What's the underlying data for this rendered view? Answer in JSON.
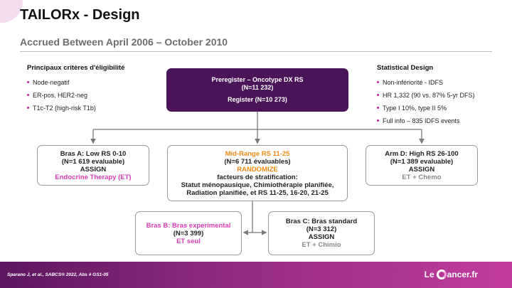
{
  "header": {
    "title": "TAILORx - Design",
    "subtitle": "Accrued Between April 2006 – October 2010"
  },
  "eligibility": {
    "heading": "Principaux critères d'éligibilité",
    "items": [
      "Node-negatif",
      "ER-pos, HER2-neg",
      "T1c-T2 (high-risk T1b)"
    ]
  },
  "statistical": {
    "heading": "Statistical Design",
    "items": [
      "Non-infériorité - IDFS",
      "HR 1,332 (90 vs. 87% 5-yr DFS)",
      "Type I 10%, type II 5%",
      "Full info – 835 IDFS events"
    ]
  },
  "flow": {
    "main": {
      "line1": "Preregister – Oncotype DX RS",
      "line2": "(N=11 232)",
      "line3": "Register (N=10 273)"
    },
    "arm_a": {
      "line1": "Bras A: Low RS 0-10",
      "line2": "(N=1 619 evaluable)",
      "line3": "ASSIGN",
      "line4": "Endocrine Therapy (ET)"
    },
    "mid": {
      "line1": "Mid-Range RS 11-25",
      "line2": "(N=6 711 évaluables)",
      "line3": "RANDOMIZE",
      "line4": "facteurs de stratification:",
      "line5": "Statut ménopausique, Chimiothérapie planifiée,",
      "line6": "Radiation planifiée, et RS 11-25, 16-20, 21-25"
    },
    "arm_d": {
      "line1": "Arm D: High RS 26-100",
      "line2": "(N=1 389 evaluable)",
      "line3": "ASSIGN",
      "line4": "ET + Chemo"
    },
    "arm_b": {
      "line1": "Bras B: Bras experimental",
      "line2": "(N=3 399)",
      "line3": "ET seul"
    },
    "arm_c": {
      "line1": "Bras C: Bras standard",
      "line2": "(N=3 312)",
      "line3": "ASSIGN",
      "line4": "ET + Chimio"
    }
  },
  "footer": {
    "reference": "Sparano J, et al., SABCS® 2022, Abs # GS1-05",
    "brand_left": "Le",
    "brand_right": "ancer.fr"
  },
  "colors": {
    "main_box": "#4a1459",
    "accent_pink": "#d63bb8",
    "accent_orange": "#ee8a12",
    "footer_start": "#5a165f",
    "footer_end": "#c23c9e"
  }
}
